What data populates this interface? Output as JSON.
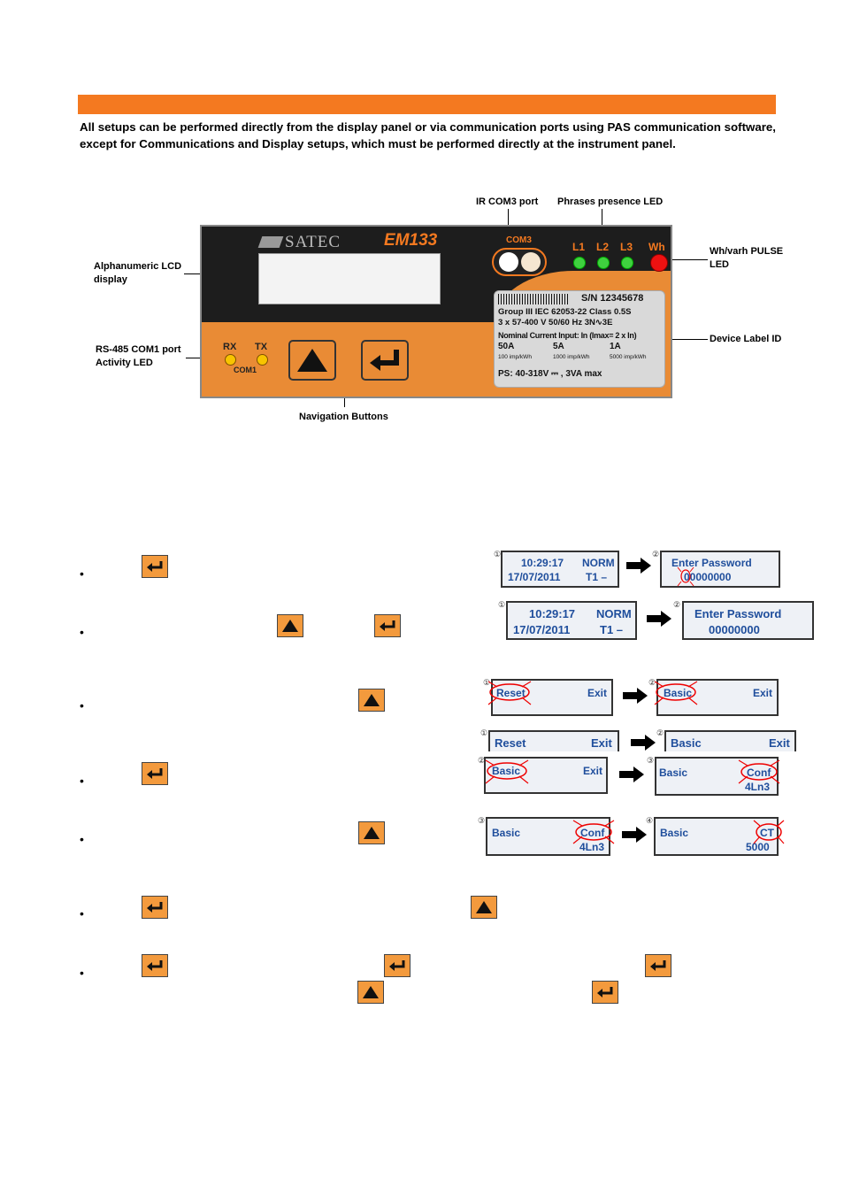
{
  "intro": "All setups can be performed directly from the display panel or via communication ports using PAS communication software, except for Communications and Display setups, which must be performed directly at the instrument panel.",
  "callouts": {
    "ir_com3": "IR COM3 port",
    "phase_led": "Phrases presence LED",
    "lcd": "Alphanumeric LCD display",
    "pulse_led": "Wh/varh PULSE LED",
    "rs485": "RS-485 COM1 port Activity LED",
    "device_label": "Device Label ID",
    "nav_buttons": "Navigation Buttons"
  },
  "device": {
    "brand": "SATEC",
    "model": "EM133",
    "com3": "COM3",
    "leds": [
      "L1",
      "L2",
      "L3"
    ],
    "wh": "Wh",
    "rx": "RX",
    "tx": "TX",
    "com1": "COM1",
    "label": {
      "sn": "S/N 12345678",
      "line1": "Group III   IEC 62053-22   Class 0.5S",
      "line2": "3 x 57-400 V   50/60 Hz   3N∿3E",
      "line3": "Nominal Current Input: In (Imax= 2 x In)",
      "c1": "50A",
      "c2": "5A",
      "c3": "1A",
      "p1": "100 imp/kWh",
      "p2": "1000 imp/kWh",
      "p3": "5000 imp/kWh",
      "ps": "PS: 40-318V ⎓ , 3VA max"
    }
  },
  "screens": {
    "s1a": {
      "num": "①",
      "l1": "10:29:17",
      "l1b": "NORM",
      "l2": "17/07/2011",
      "l2b": "T1   –"
    },
    "s1b": {
      "num": "②",
      "l1": "Enter Password",
      "l2": "00000000"
    },
    "s2a": {
      "num": "①",
      "l1": "10:29:17",
      "l1b": "NORM",
      "l2": "17/07/2011",
      "l2b": "T1   –"
    },
    "s2b": {
      "num": "②",
      "l1": "Enter Password",
      "l2": "00000000"
    },
    "s3a": {
      "num": "①",
      "l1": "Reset",
      "l1b": "Exit"
    },
    "s3b": {
      "num": "②",
      "l1": "Basic",
      "l1b": "Exit"
    },
    "s4a": {
      "num": "①",
      "l1": "Reset",
      "l1b": "Exit"
    },
    "s4b": {
      "num": "②",
      "l1": "Basic",
      "l1b": "Exit"
    },
    "s5a": {
      "num": "②",
      "l1": "Basic",
      "l1b": "Exit"
    },
    "s5b": {
      "num": "③",
      "l1": "Basic",
      "l1b": "Conf",
      "l2b": "4Ln3"
    },
    "s6a": {
      "num": "③",
      "l1": "Basic",
      "l1b": "Conf",
      "l2b": "4Ln3"
    },
    "s6b": {
      "num": "④",
      "l1": "Basic",
      "l1b": "CT",
      "l2b": "5000"
    }
  },
  "bullet": "•"
}
